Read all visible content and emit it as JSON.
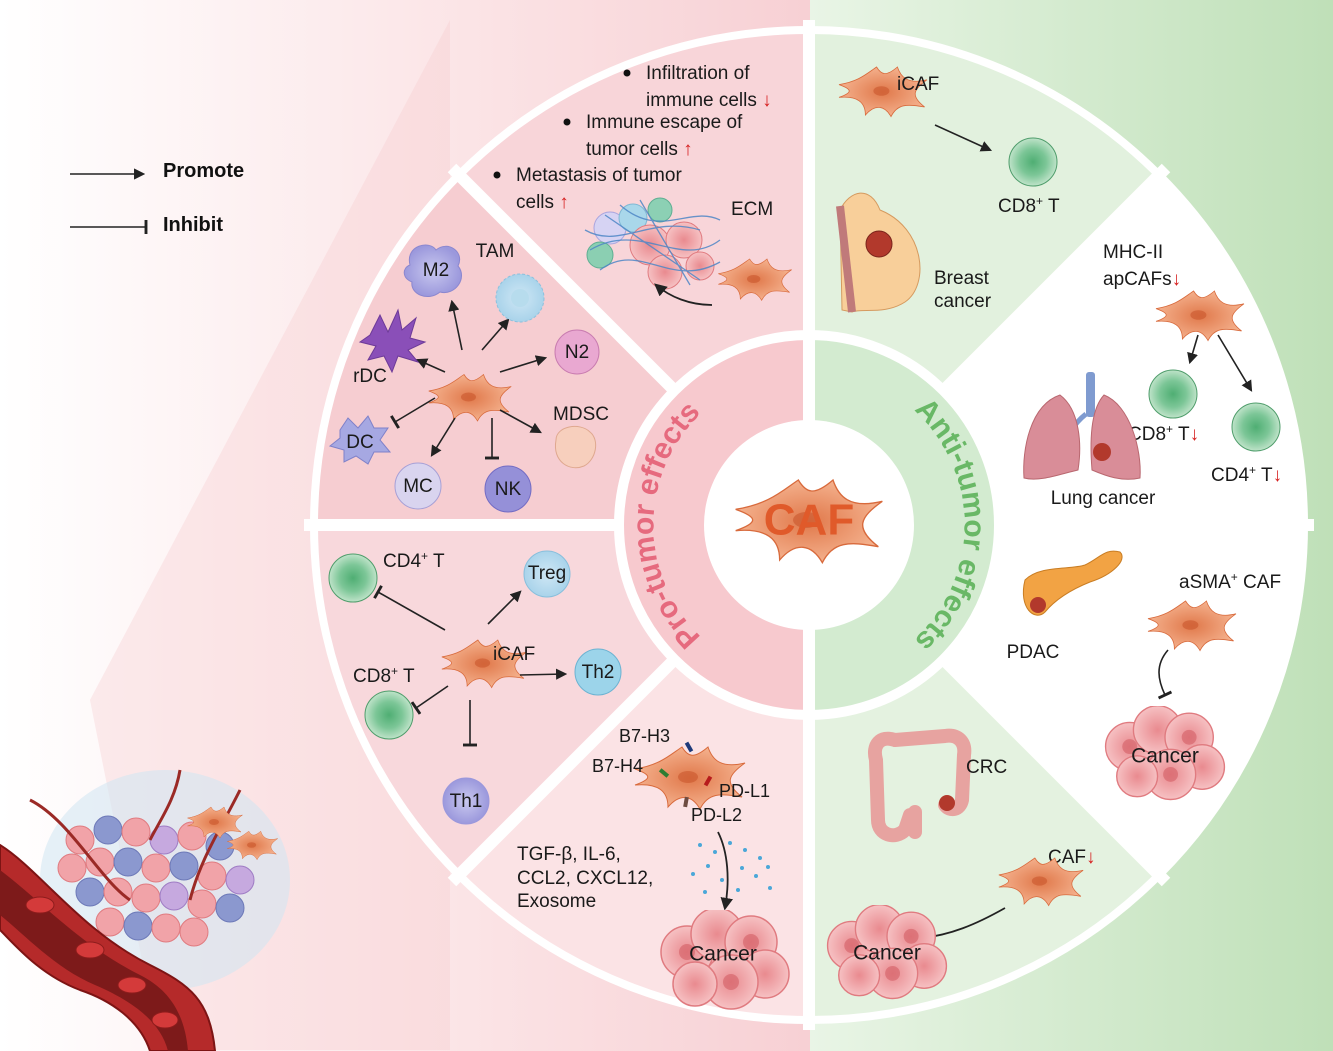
{
  "legend": {
    "promote": "Promote",
    "inhibit": "Inhibit"
  },
  "center": {
    "title": "CAF",
    "pro_tumor": "Pro-tumor effects",
    "anti_tumor": "Anti-tumor effects"
  },
  "ecm_section": {
    "bullets": [
      {
        "text1": "Infiltration of",
        "text2": "immune cells",
        "arrow": "↓"
      },
      {
        "text1": "Immune escape of",
        "text2": "tumor cells",
        "arrow": "↑"
      },
      {
        "text1": "Metastasis of tumor",
        "text2": "cells",
        "arrow": "↑"
      }
    ],
    "ecm_label": "ECM"
  },
  "myeloid_section": {
    "m2": "M2",
    "tam": "TAM",
    "n2": "N2",
    "rdc": "rDC",
    "dc": "DC",
    "mc": "MC",
    "nk": "NK",
    "mdsc": "MDSC"
  },
  "tcell_section": {
    "cd4t": "CD4",
    "cd4t_sup": "+",
    "cd4t_tail": " T",
    "cd8t": "CD8",
    "cd8t_sup": "+",
    "cd8t_tail": " T",
    "treg": "Treg",
    "icaf": "iCAF",
    "th2": "Th2",
    "th1": "Th1"
  },
  "checkpoint_section": {
    "b7h3": "B7-H3",
    "b7h4": "B7-H4",
    "pdl1": "PD-L1",
    "pdl2": "PD-L2",
    "factors": [
      "TGF-β, IL-6,",
      "CCL2, CXCL12,",
      "Exosome"
    ],
    "cancer": "Cancer"
  },
  "breast_section": {
    "icaf": "iCAF",
    "cd8t": "CD8",
    "cd8t_sup": "+",
    "cd8t_tail": " T",
    "tumor": [
      "Breast",
      "cancer"
    ]
  },
  "lung_section": {
    "mhc": [
      "MHC-II",
      "apCAFs"
    ],
    "mhc_arrow": "↓",
    "cd8t": "CD8",
    "cd8t_sup": "+",
    "cd8t_tail": " T",
    "cd8_arrow": "↓",
    "cd4t": "CD4",
    "cd4t_sup": "+",
    "cd4t_tail": " T",
    "cd4_arrow": "↓",
    "tumor": "Lung cancer"
  },
  "pdac_section": {
    "pdac": "PDAC",
    "asma": "aSMA",
    "asma_sup": "+",
    "asma_tail": " CAF",
    "cancer": "Cancer"
  },
  "crc_section": {
    "crc": "CRC",
    "caf": "CAF",
    "caf_arrow": "↓",
    "cancer": "Cancer"
  },
  "colors": {
    "pro_bg": "#f9d9dc",
    "pro_inner": "#f6c6cb",
    "anti_bg": "#dcefd8",
    "anti_inner": "#d2ead0",
    "caf_orange": "#e8875a",
    "cancer_pink": "#f0a3a6",
    "arrow_down": "#d62020"
  },
  "icons": [
    "caf-cell-icon",
    "t-cell-icon",
    "macrophage-icon",
    "dendritic-cell-icon",
    "cancer-cluster-icon",
    "breast-icon",
    "lung-icon",
    "pancreas-icon",
    "colon-icon",
    "tumor-vessel-icon"
  ]
}
